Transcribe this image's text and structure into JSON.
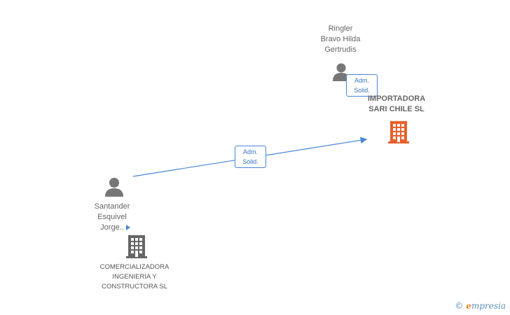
{
  "persons": {
    "ringler": {
      "name": "Ringler\nBravo Hilda\nGertrudis"
    },
    "santander": {
      "name": "Santander\nEsquivel\nJorge.."
    }
  },
  "companies": {
    "importadora": {
      "name": "IMPORTADORA\nSARI CHILE SL",
      "color": "#e8602c"
    },
    "comercializadora": {
      "name": "COMERCIALIZADORA\nINGENIERIA Y\nCONSTRUCTORA SL",
      "color": "#666666"
    }
  },
  "edges": {
    "ringler_to_importadora": {
      "label": "Adm.\nSolid."
    },
    "santander_to_importadora": {
      "label": "Adm.\nSolid."
    }
  },
  "colors": {
    "edge": "#4a86d4",
    "person_icon": "#777777"
  },
  "brand": {
    "copyright": "©",
    "first_letter": "e",
    "rest": "mpresia"
  }
}
